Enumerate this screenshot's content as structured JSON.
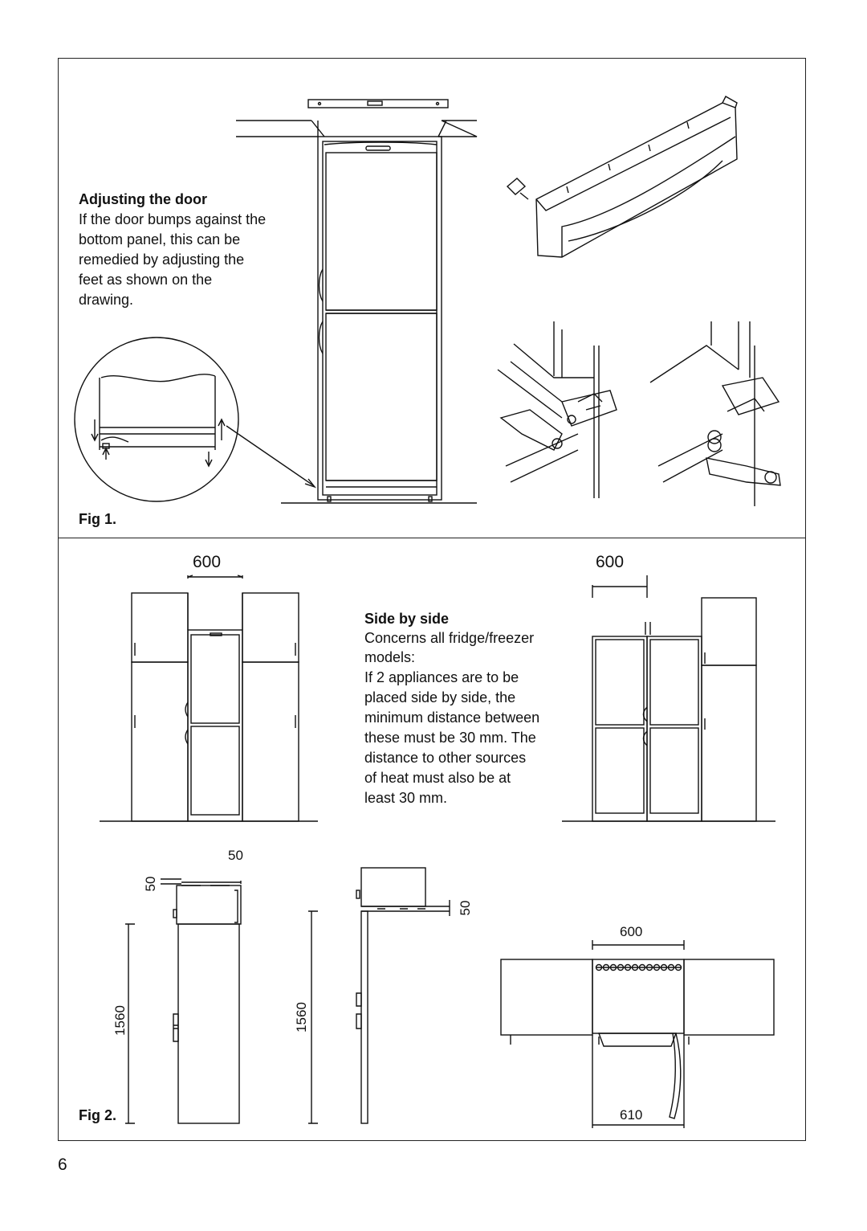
{
  "section1": {
    "heading": "Adjusting the door",
    "lines": [
      "If the door bumps against the",
      "bottom panel, this can be",
      "remedied by adjusting the",
      "feet as shown on the",
      "drawing."
    ],
    "fig_label": "Fig 1."
  },
  "section2": {
    "heading": "Side by side",
    "lines": [
      "Concerns all fridge/freezer",
      "models:",
      "If 2 appliances are to be",
      "placed side by side, the",
      "minimum distance between",
      "these must be 30 mm. The",
      "distance to other sources",
      "of heat must also be at",
      "least 30 mm."
    ],
    "fig_label": "Fig 2."
  },
  "dimensions": {
    "width_left": "600",
    "width_right": "600",
    "gap_top": "50",
    "gap_side_left": "50",
    "gap_side_right": "50",
    "height_left": "1560",
    "height_mid": "1560",
    "plan_width": "600",
    "plan_depth": "610"
  },
  "page_number": "6"
}
